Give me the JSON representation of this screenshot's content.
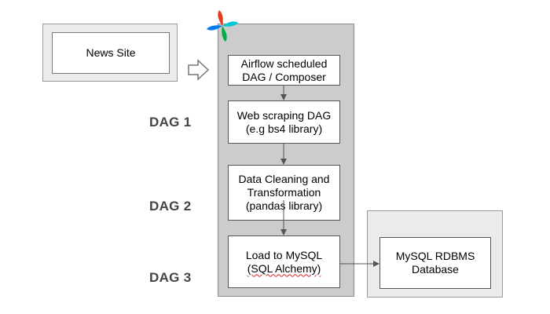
{
  "source": {
    "label": "News Site"
  },
  "steps": [
    {
      "line1": "Airflow scheduled",
      "line2": "DAG / Composer"
    },
    {
      "line1": "Web scraping DAG",
      "line2": "(e.g bs4 library)"
    },
    {
      "line1": "Data Cleaning and",
      "line2": "Transformation",
      "line3": "(pandas library)"
    },
    {
      "line1": "Load to MySQL",
      "line2": "(SQL Alchemy)"
    }
  ],
  "dags": [
    "DAG 1",
    "DAG 2",
    "DAG 3"
  ],
  "database": {
    "line1": "MySQL RDBMS",
    "line2": "Database"
  },
  "logo": {
    "name": "airflow-pinwheel-icon",
    "colors": [
      "#e43921",
      "#00c7d4",
      "#017cee",
      "#00ad46"
    ]
  },
  "colors": {
    "panel": "#cccccc",
    "outer": "#ebebeb",
    "label": "#444444",
    "spell_underline": "#dd2222"
  }
}
